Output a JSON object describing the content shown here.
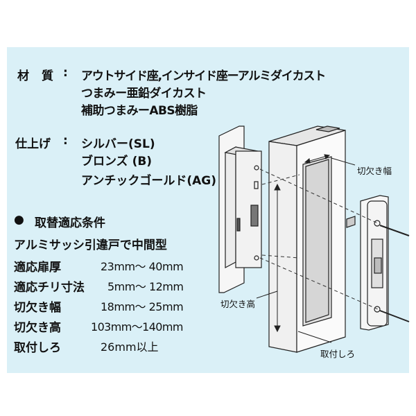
{
  "material": {
    "label1": "材",
    "label2": "質",
    "colon": ":",
    "lines": [
      "アウトサイド座,インサイド座ーアルミダイカスト",
      "つまみー亜鉛ダイカスト",
      "補助つまみーABS樹脂"
    ]
  },
  "finish": {
    "label": "仕上げ",
    "colon": ":",
    "lines": [
      "シルバー(SL)",
      "ブロンズ (B)",
      "アンチックゴールド(AG)"
    ]
  },
  "conditions": {
    "bullet": "●",
    "heading": "取替適応条件",
    "subheading": "アルミサッシ引違戸で中間型",
    "rows": [
      {
        "label": "適応扉厚",
        "value": "23mm〜 40mm"
      },
      {
        "label": "適応チリ寸法",
        "value": "5mm〜 12mm"
      },
      {
        "label": "切欠き幅",
        "value": "18mm〜 25mm"
      },
      {
        "label": "切欠き高",
        "value": "103mm〜140mm"
      },
      {
        "label": "取付しろ",
        "value": "26mm以上"
      }
    ]
  },
  "diagram": {
    "label_width": "切欠き幅",
    "label_height": "切欠き高",
    "label_margin": "取付しろ"
  },
  "colors": {
    "panel": "#daf0f7",
    "outline": "#222222",
    "fill": "#f4f4f4"
  }
}
